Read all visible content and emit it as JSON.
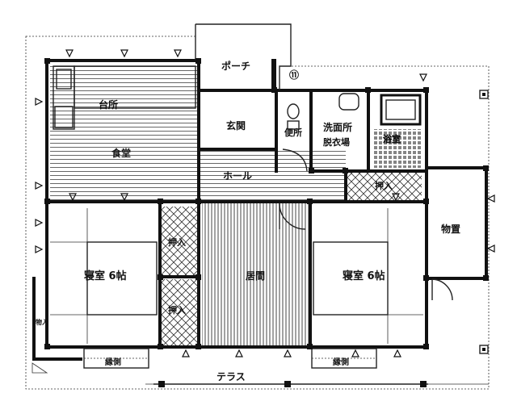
{
  "rooms": {
    "kitchen": "台所",
    "dining": "食堂",
    "porch": "ポーチ",
    "entrance": "玄関",
    "toilet": "便所",
    "washroom": "洗面所",
    "dressing": "脱衣場",
    "bath": "浴室",
    "hall": "ホール",
    "closet_east": "押入",
    "closet_mid_upper": "押入",
    "closet_mid_lower": "押入",
    "bedroom_west": "寝室 6帖",
    "bedroom_east": "寝室 6帖",
    "living": "居間",
    "storage": "物置",
    "engawa_west": "縁側",
    "engawa_east": "縁側",
    "terrace": "テラス",
    "west_strip": "物入",
    "porch_mark": "⑪"
  },
  "colors": {
    "ink": "#111111",
    "paper": "#ffffff"
  }
}
